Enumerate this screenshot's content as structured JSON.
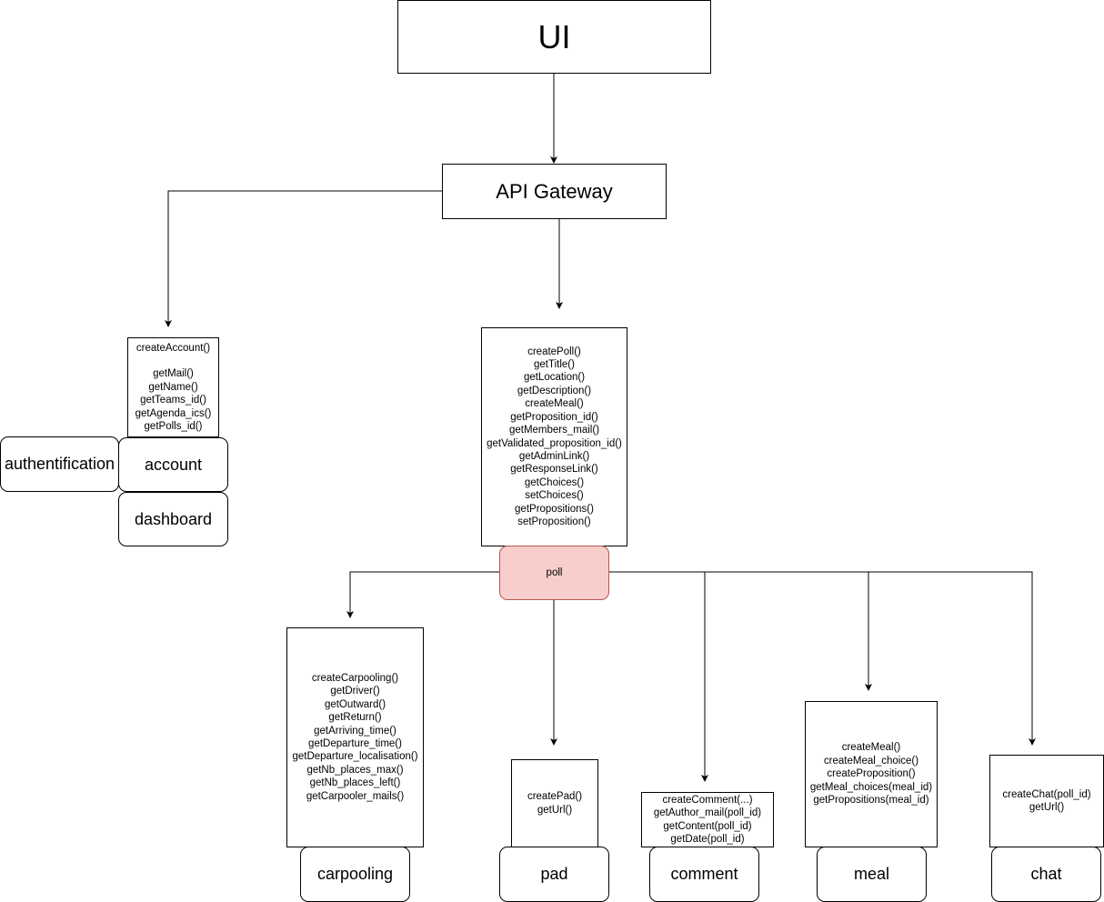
{
  "nodes": {
    "ui": {
      "label": "UI"
    },
    "api_gateway": {
      "label": "API Gateway"
    },
    "account_methods": [
      "createAccount()",
      "",
      "getMail()",
      "getName()",
      "getTeams_id()",
      "getAgenda_ics()",
      "getPolls_id()"
    ],
    "authentification": {
      "label": "authentification"
    },
    "account": {
      "label": "account"
    },
    "dashboard": {
      "label": "dashboard"
    },
    "poll_methods": [
      "createPoll()",
      "getTitle()",
      "getLocation()",
      "getDescription()",
      "createMeal()",
      "getProposition_id()",
      "getMembers_mail()",
      "getValidated_proposition_id()",
      "getAdminLink()",
      "getResponseLink()",
      "getChoices()",
      "setChoices()",
      "getPropositions()",
      "setProposition()"
    ],
    "poll": {
      "label": "poll"
    },
    "carpooling_methods": [
      "createCarpooling()",
      "getDriver()",
      "getOutward()",
      "getReturn()",
      "getArriving_time()",
      "getDeparture_time()",
      "getDeparture_localisation()",
      "getNb_places_max()",
      "getNb_places_left()",
      "getCarpooler_mails()"
    ],
    "carpooling": {
      "label": "carpooling"
    },
    "pad_methods": [
      "createPad()",
      "getUrl()"
    ],
    "pad": {
      "label": "pad"
    },
    "comment_methods": [
      "createComment(...)",
      "getAuthor_mail(poll_id)",
      "getContent(poll_id)",
      "getDate(poll_id)"
    ],
    "comment": {
      "label": "comment"
    },
    "meal_methods": [
      "createMeal()",
      "createMeal_choice()",
      "createProposition()",
      "getMeal_choices(meal_id)",
      "getPropositions(meal_id)"
    ],
    "meal": {
      "label": "meal"
    },
    "chat_methods": [
      "createChat(poll_id)",
      "getUrl()"
    ],
    "chat": {
      "label": "chat"
    }
  }
}
